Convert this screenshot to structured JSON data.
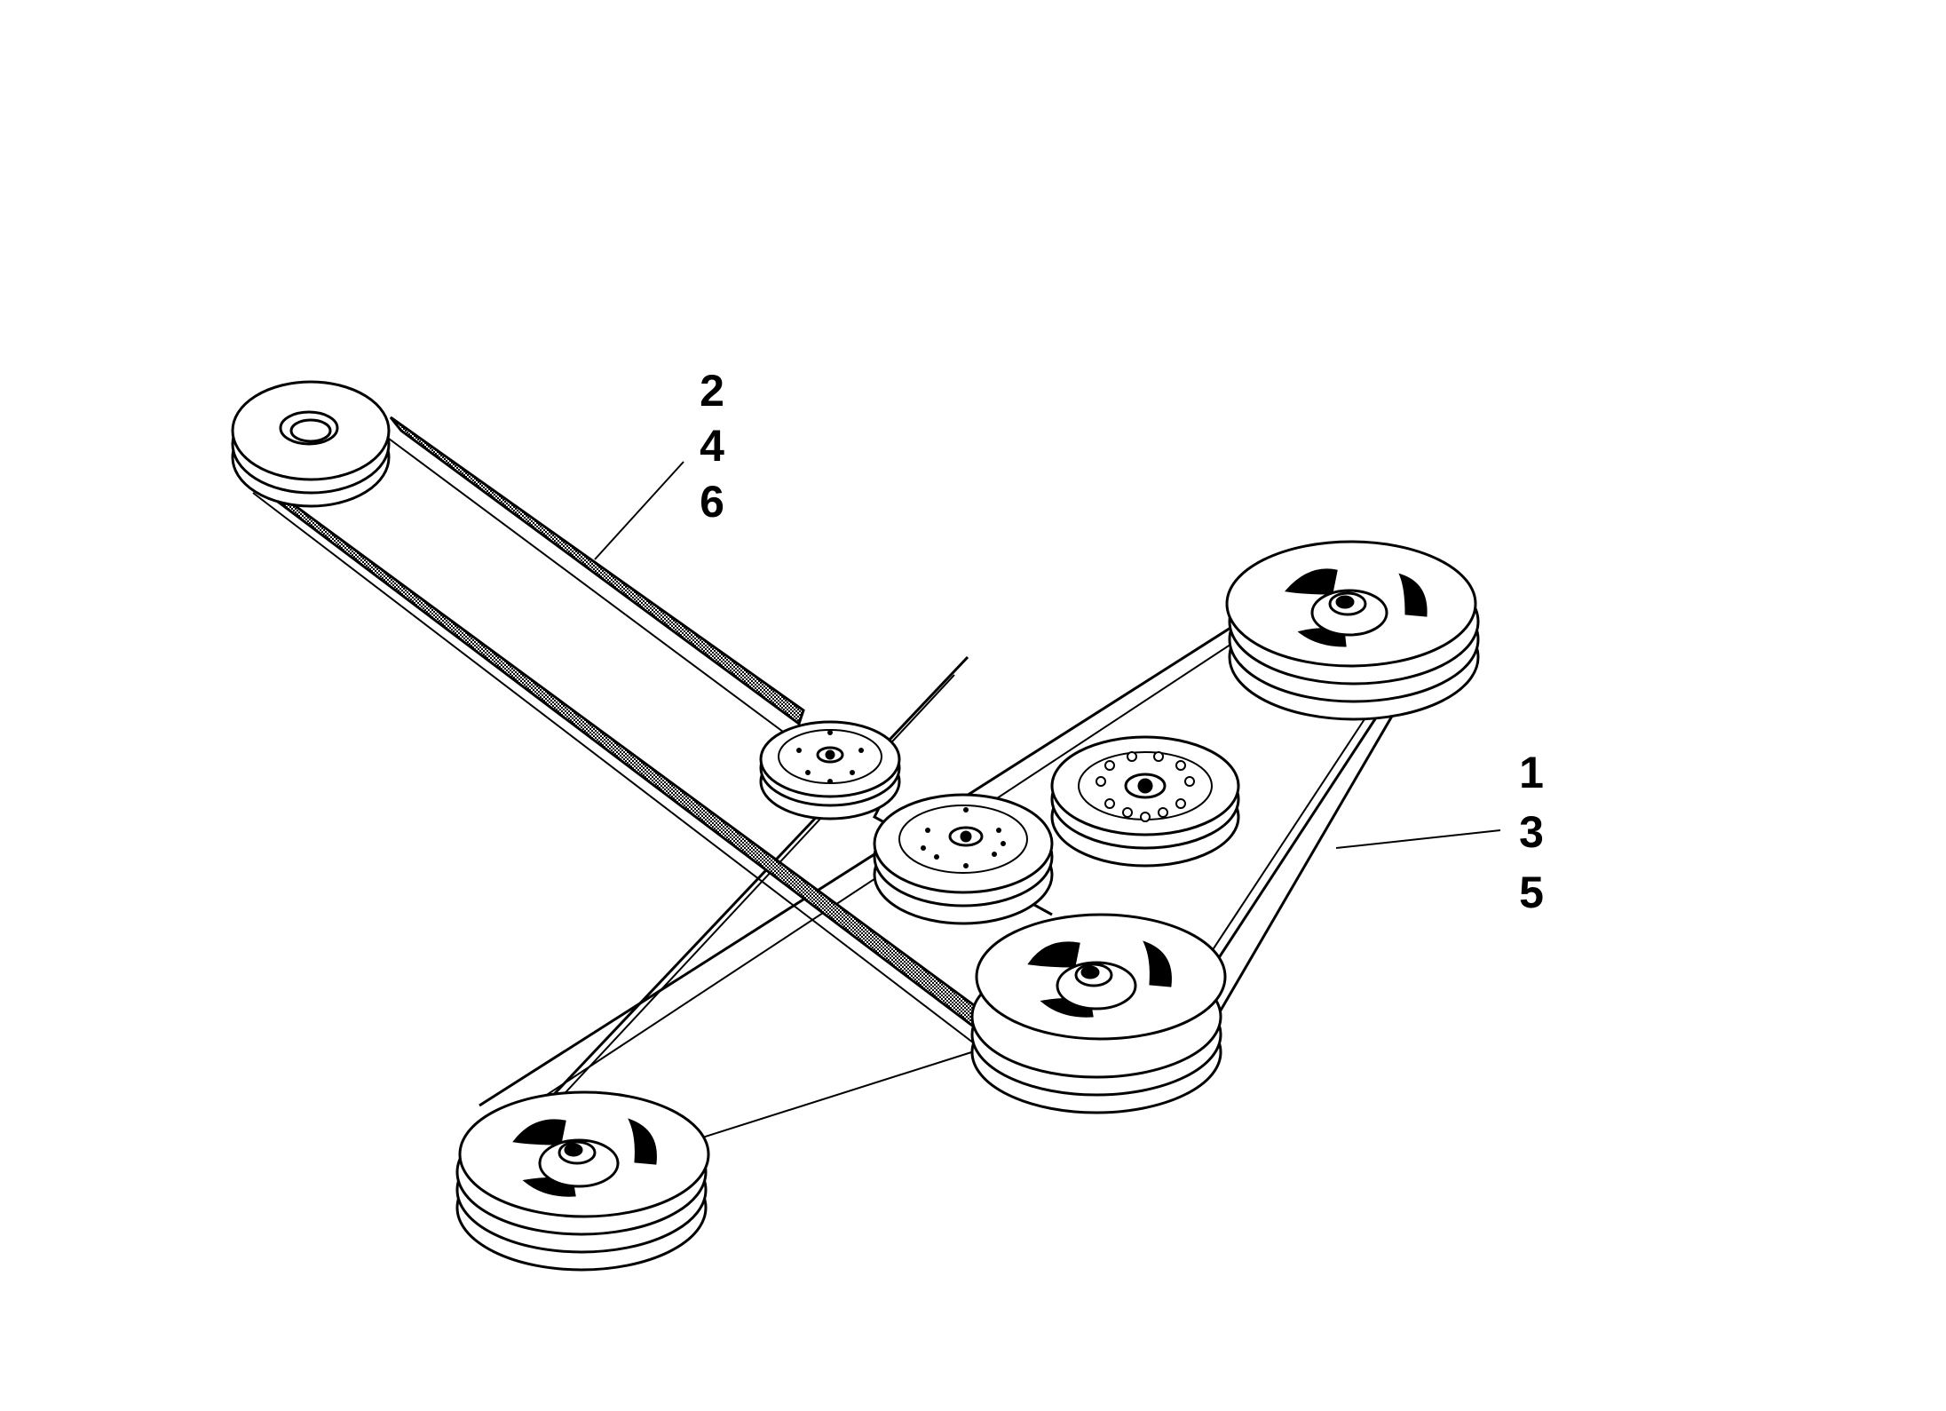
{
  "callouts": {
    "upper_belt": [
      "2",
      "4",
      "6"
    ],
    "lower_belt": [
      "1",
      "3",
      "5"
    ]
  },
  "colors": {
    "line": "#000000",
    "belt_fill": "#555555",
    "background": "#ffffff"
  }
}
